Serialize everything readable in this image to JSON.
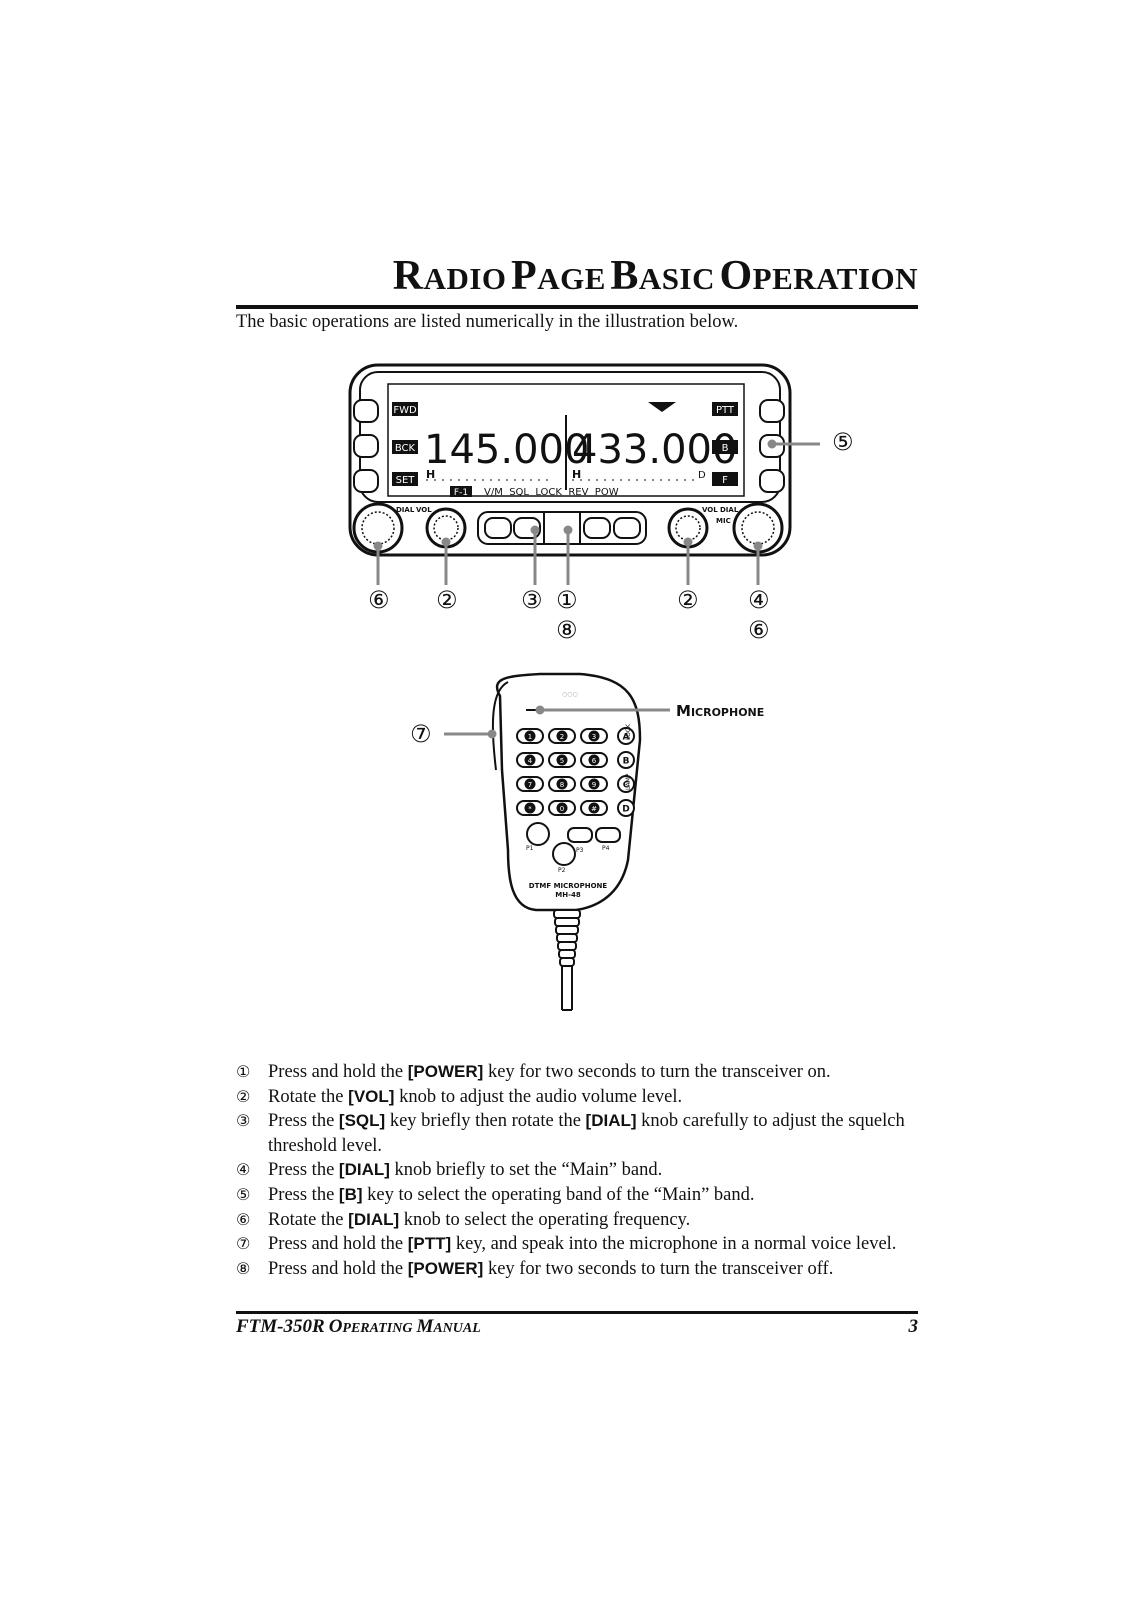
{
  "title": {
    "w1_cap": "R",
    "w1_rest": "ADIO",
    "w2_cap": "P",
    "w2_rest": "AGE",
    "w3_cap": "B",
    "w3_rest": "ASIC",
    "w4_cap": "O",
    "w4_rest": "PERATION"
  },
  "intro": "The basic operations are listed numerically in the illustration below.",
  "radio": {
    "lcd_left_labels": [
      "FWD",
      "BCK",
      "SET"
    ],
    "lcd_right_labels": [
      "PTT",
      "B",
      "F"
    ],
    "freq_left": "145.000",
    "freq_right": "433.000",
    "power_left": "H",
    "power_right": "H",
    "d_mark": "D",
    "f_label": "F-1",
    "softkeys": "V/M  SQL  LOCK  REV  POW",
    "knob_labels": {
      "dial_left": "DIAL",
      "vol_left": "VOL",
      "vol_right": "VOL",
      "dial_right": "DIAL",
      "mic": "MIC"
    },
    "callouts_row1": [
      "⑥",
      "②",
      "③",
      "①",
      "②",
      "④"
    ],
    "callouts_row2": [
      "⑧",
      "⑥"
    ],
    "callout_5": "⑤"
  },
  "microphone": {
    "label_cap": "M",
    "label_rest": "ICROPHONE",
    "callout_7": "⑦",
    "keys": [
      "1",
      "2",
      "3",
      "A",
      "4",
      "5",
      "6",
      "B",
      "7",
      "8",
      "9",
      "C",
      "*",
      "0",
      "#",
      "D"
    ],
    "side_labels": [
      "LOCK",
      "LAMP"
    ],
    "p_labels": [
      "P1",
      "P2",
      "P3",
      "P4"
    ],
    "model_line1": "DTMF MICROPHONE",
    "model_line2": "MH-48"
  },
  "items": [
    {
      "num": "①",
      "pre": "Press and hold the ",
      "key": "[POWER]",
      "post": " key for two seconds to turn the transceiver on."
    },
    {
      "num": "②",
      "pre": "Rotate the ",
      "key": "[VOL]",
      "post": " knob to adjust the audio volume level."
    },
    {
      "num": "③",
      "pre": "Press the ",
      "key": "[SQL]",
      "mid": " key briefly then rotate the ",
      "key2": "[DIAL]",
      "post": " knob carefully to adjust the squelch threshold level."
    },
    {
      "num": "④",
      "pre": "Press the ",
      "key": "[DIAL]",
      "post": " knob briefly to set the “Main” band."
    },
    {
      "num": "⑤",
      "pre": "Press the ",
      "key": "[B]",
      "post": " key to select the operating band of the “Main” band."
    },
    {
      "num": "⑥",
      "pre": "Rotate the ",
      "key": "[DIAL]",
      "post": " knob to select the operating frequency."
    },
    {
      "num": "⑦",
      "pre": "Press and hold the ",
      "key": "[PTT]",
      "post": " key, and speak into the microphone in a normal voice level."
    },
    {
      "num": "⑧",
      "pre": "Press and hold the ",
      "key": "[POWER]",
      "post": " key for two seconds to turn the transceiver off."
    }
  ],
  "footer": {
    "model": "FTM-350R",
    "o_cap": "O",
    "o_rest": "PERATING",
    "m_cap": "M",
    "m_rest": "ANUAL",
    "page": "3"
  }
}
